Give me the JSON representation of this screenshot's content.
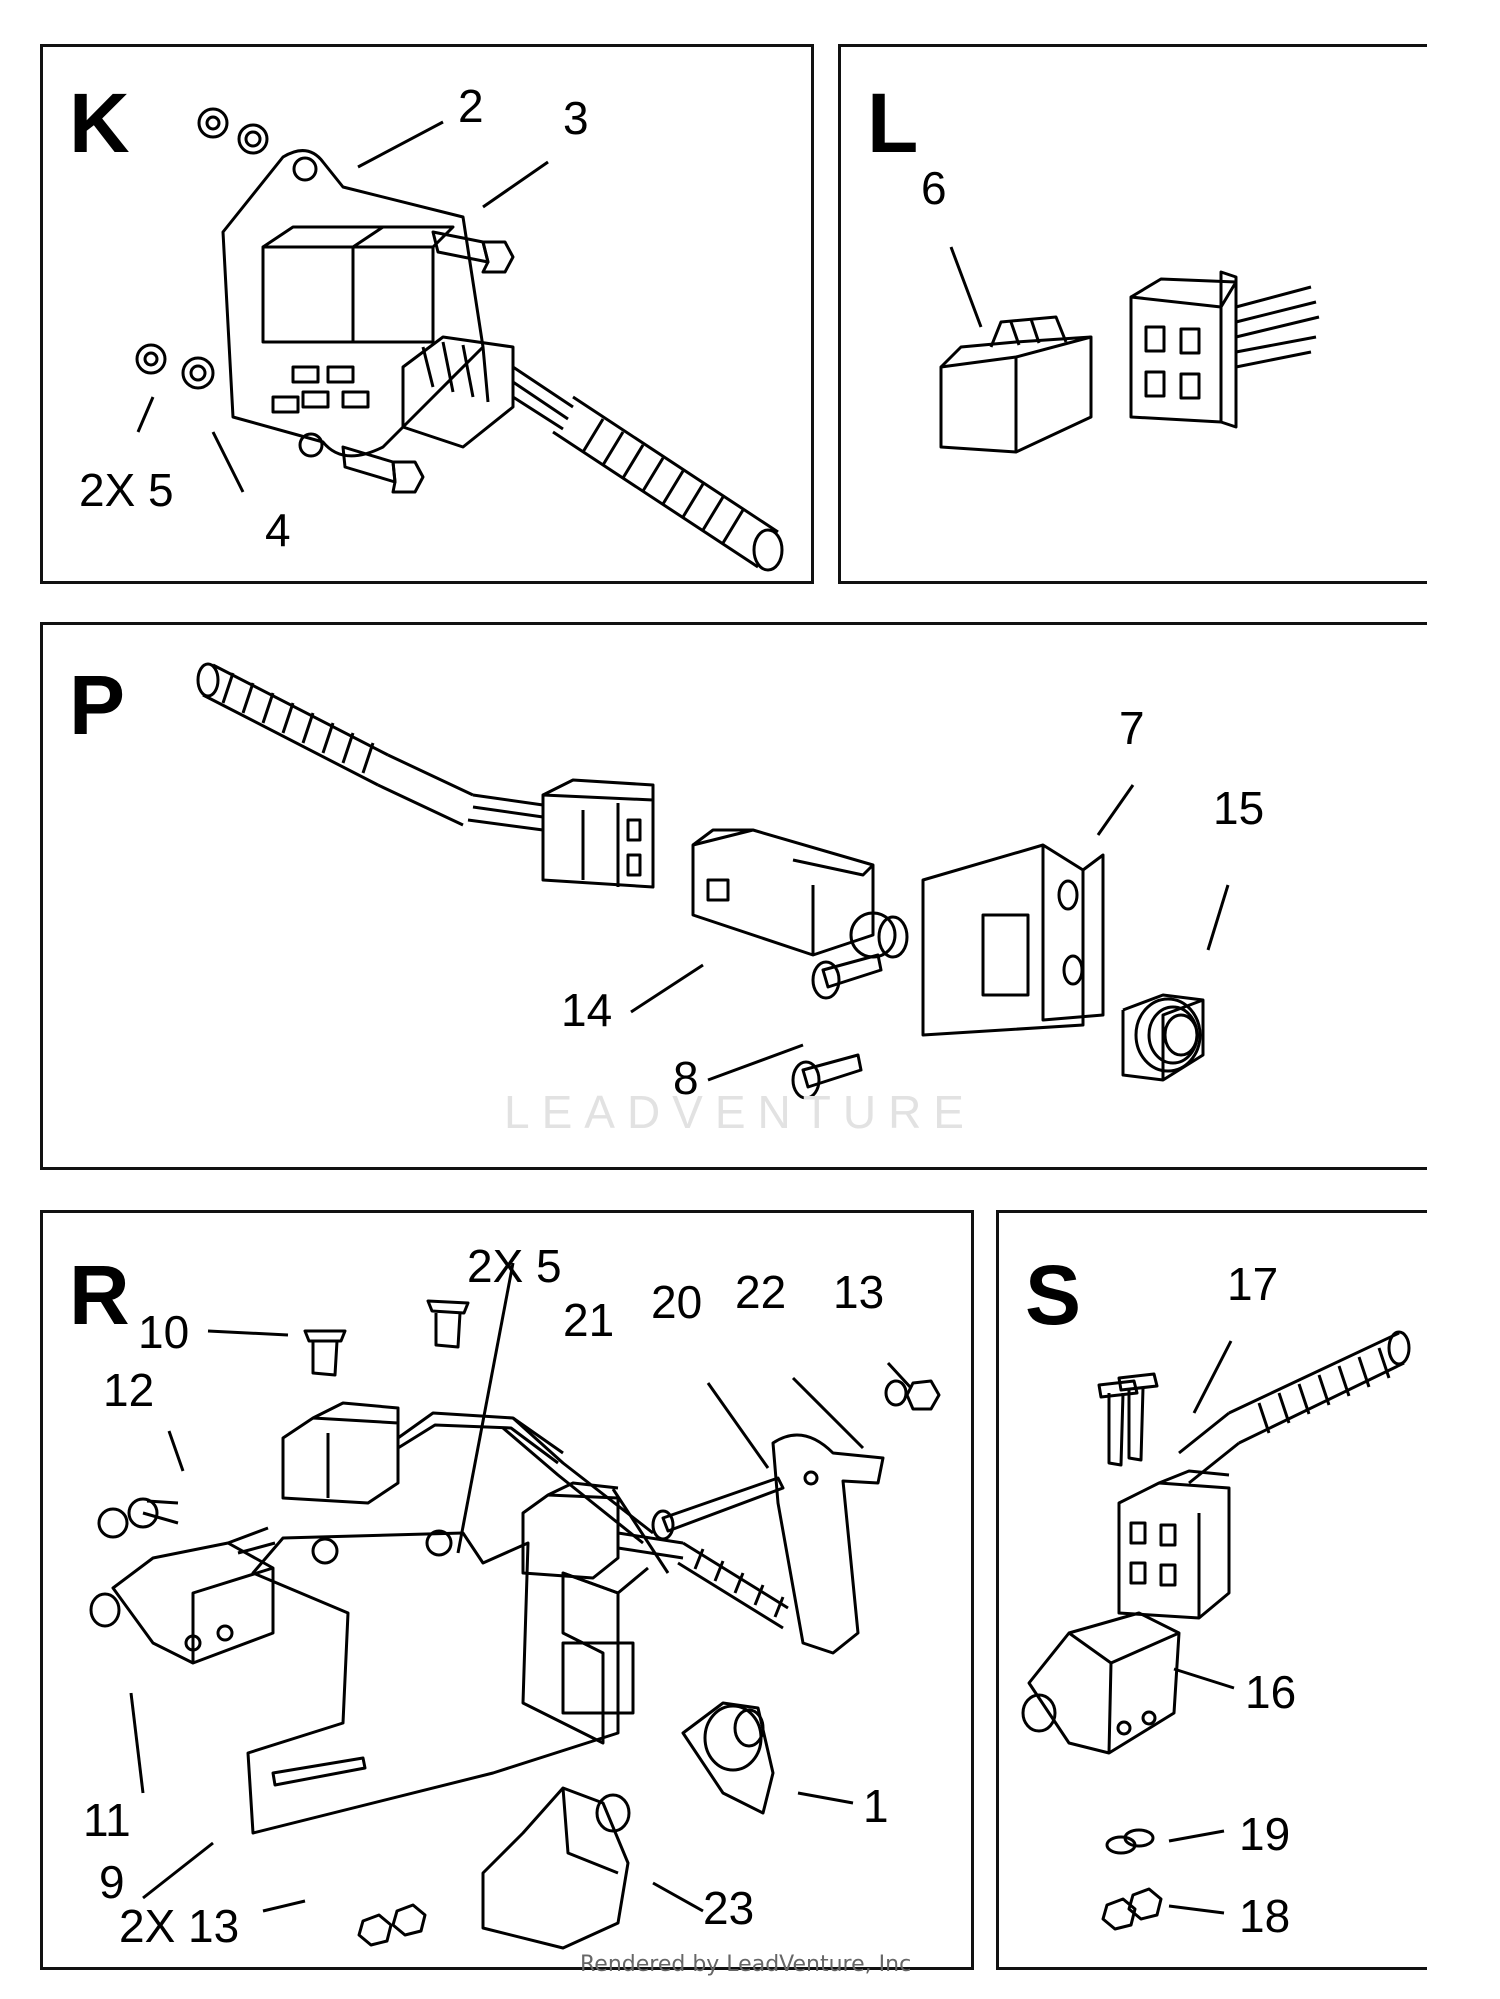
{
  "panels": {
    "K": {
      "letter": "K",
      "callouts": {
        "c2": "2",
        "c3": "3",
        "c5": "2X 5",
        "c4": "4"
      }
    },
    "L": {
      "letter": "L",
      "callouts": {
        "c6": "6"
      }
    },
    "P": {
      "letter": "P",
      "callouts": {
        "c7": "7",
        "c15": "15",
        "c14": "14",
        "c8": "8"
      }
    },
    "R": {
      "letter": "R",
      "callouts": {
        "c5": "2X 5",
        "c21": "21",
        "c20": "20",
        "c22": "22",
        "c13": "13",
        "c10": "10",
        "c12": "12",
        "c11": "11",
        "c9": "9",
        "c13b": "2X 13",
        "c1": "1",
        "c23": "23"
      }
    },
    "S": {
      "letter": "S",
      "callouts": {
        "c17": "17",
        "c16": "16",
        "c19": "19",
        "c18": "18"
      }
    }
  },
  "watermark": "LEADVENTURE",
  "credit": "Rendered by LeadVenture, Inc"
}
